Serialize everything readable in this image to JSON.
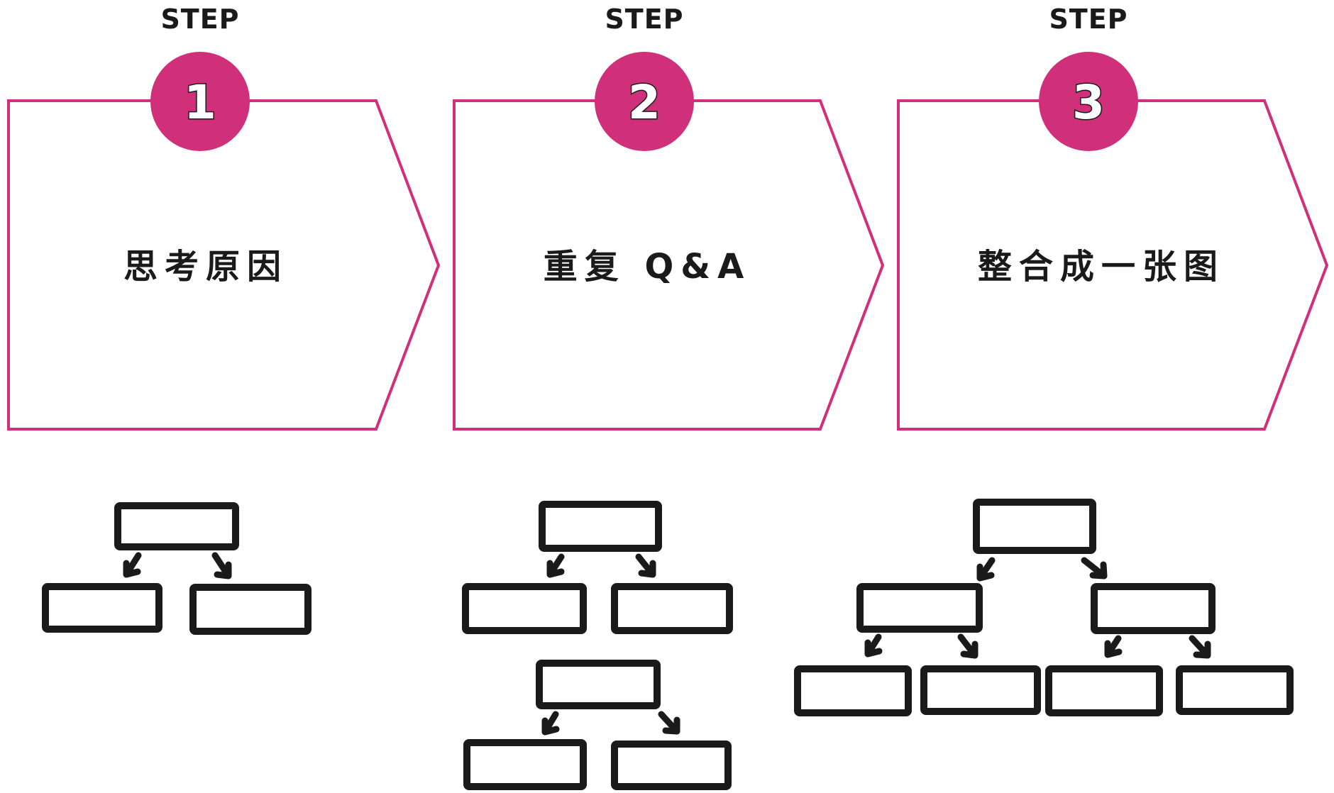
{
  "colors": {
    "accent": "#d0307a",
    "ink": "#1a1a1a"
  },
  "steps": [
    {
      "step_word": "STEP",
      "number": "1",
      "label": "思考原因"
    },
    {
      "step_word": "STEP",
      "number": "2",
      "label": "重复 Q&A"
    },
    {
      "step_word": "STEP",
      "number": "3",
      "label": "整合成一张图"
    }
  ],
  "diagrams": [
    {
      "description_icon": "two-level-tree-icon"
    },
    {
      "description_icon": "repeated-tree-icon"
    },
    {
      "description_icon": "three-level-tree-icon"
    }
  ]
}
